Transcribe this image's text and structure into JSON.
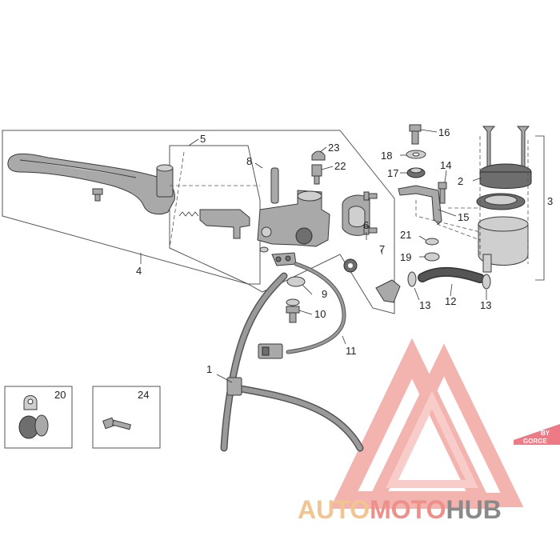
{
  "callouts": {
    "c1": "1",
    "c2": "2",
    "c3": "3",
    "c4": "4",
    "c5": "5",
    "c6": "6",
    "c7": "7",
    "c8": "8",
    "c9": "9",
    "c10": "10",
    "c11": "11",
    "c12": "12",
    "c13a": "13",
    "c13b": "13",
    "c14": "14",
    "c15": "15",
    "c16": "16",
    "c17": "17",
    "c18": "18",
    "c19": "19",
    "c20": "20",
    "c21": "21",
    "c22": "22",
    "c23": "23",
    "c24": "24"
  },
  "watermark": {
    "part1": "AUTO",
    "part2": "MOTO",
    "part3": "HUB",
    "badge_top": "BY",
    "badge_bottom": "GORGE",
    "colors": {
      "auto": "#f2c48f",
      "moto": "#ee8f89",
      "hub": "#8a8a8a",
      "logo": "#f1a6a0"
    }
  }
}
